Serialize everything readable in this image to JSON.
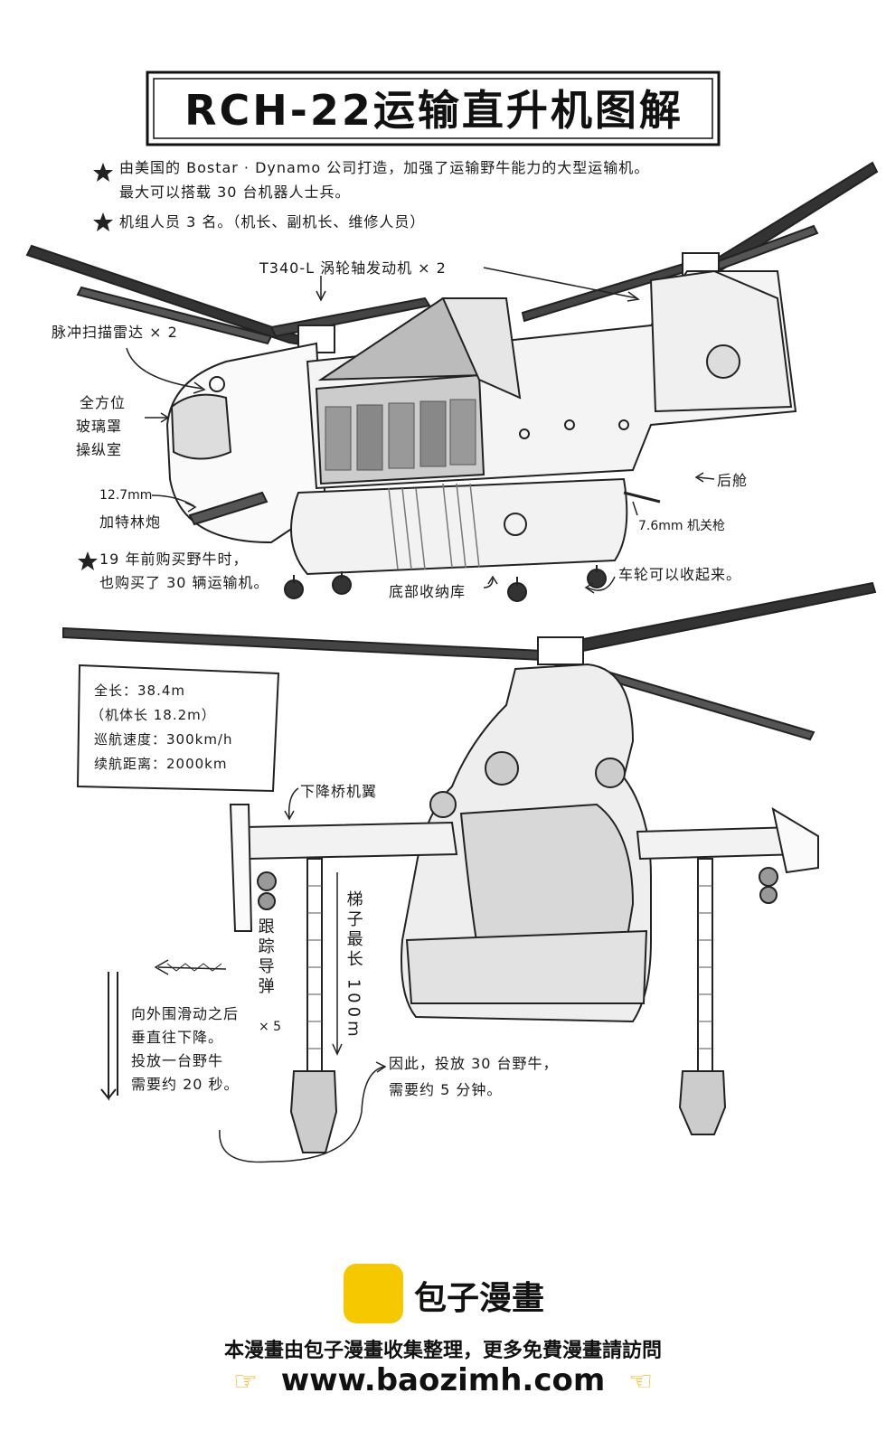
{
  "title": "RCH-22运输直升机图解",
  "notes": [
    "由美国的 Bostar · Dynamo 公司打造，加强了运输野牛能力的大型运输机。",
    "最大可以搭载 30 台机器人士兵。",
    "机组人员 3 名。（机长、副机长、维修人员）"
  ],
  "labels": {
    "engine": "T340-L 涡轮轴发动机 × 2",
    "radar": "脉冲扫描雷达 × 2",
    "cockpit_1": "全方位",
    "cockpit_2": "玻璃罩",
    "cockpit_3": "操纵室",
    "gun_caliber": "12.7mm",
    "gun_name": "加特林炮",
    "purchase_1": "19 年前购买野牛时，",
    "purchase_2": "也购买了 30 辆运输机。",
    "storage": "底部收纳库",
    "rear_cabin": "后舱",
    "mg": "7.6mm 机关枪",
    "wheels": "车轮可以收起来。",
    "wing": "下降桥机翼",
    "missile": "跟踪导弹",
    "missile_count": "× 5",
    "ladder": "梯子最长 100m",
    "slide_1": "向外围滑动之后",
    "slide_2": "垂直往下降。",
    "slide_3": "投放一台野牛",
    "slide_4": "需要约 20 秒。",
    "total_1": "因此，投放 30 台野牛，",
    "total_2": "需要约 5 分钟。"
  },
  "specs": [
    "全长：38.4m",
    "（机体长 18.2m）",
    "巡航速度：300km/h",
    "续航距离：2000km"
  ],
  "footer": {
    "brand": "包子漫畫",
    "notice": "本漫畫由包子漫畫收集整理，更多免費漫畫請訪問",
    "url": "www.baozimh.com",
    "logo_color": "#f5c800",
    "hand_icon": "pointing-hand-icon"
  }
}
